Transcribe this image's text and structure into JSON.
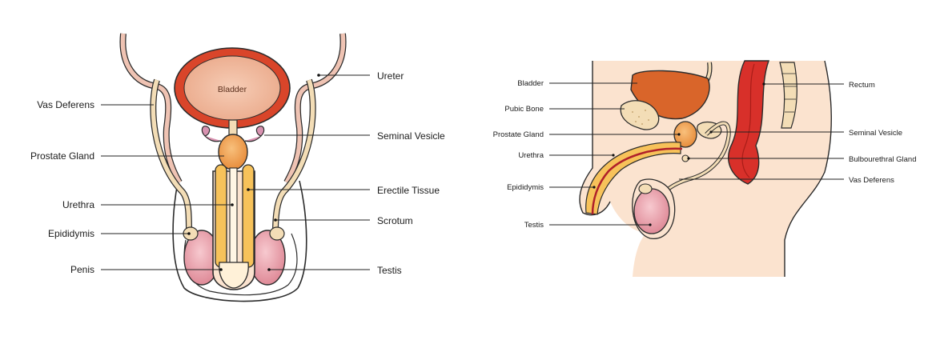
{
  "front_view": {
    "bladder_label": "Bladder",
    "labels": {
      "ureter": "Ureter",
      "vas_deferens": "Vas Deferens",
      "seminal_vesicle": "Seminal Vesicle",
      "prostate_gland": "Prostate Gland",
      "erectile_tissue": "Erectile Tissue",
      "urethra": "Urethra",
      "scrotum": "Scrotum",
      "epididymis": "Epididymis",
      "penis": "Penis",
      "testis": "Testis"
    }
  },
  "side_view": {
    "labels": {
      "bladder": "Bladder",
      "pubic_bone": "Pubic Bone",
      "prostate_gland": "Prostate Gland",
      "urethra": "Urethra",
      "epididymis": "Epididymis",
      "testis": "Testis",
      "rectum": "Rectum",
      "seminal_vesicle": "Seminal Vesicle",
      "bulbourethral_gland": "Bulbourethral Gland",
      "vas_deferens": "Vas Deferens"
    }
  },
  "colors": {
    "bladder_wall": "#d9452a",
    "bladder_fill": "#f2b9a0",
    "duct_pink": "#efc3b3",
    "duct_tan": "#f3ddb6",
    "prostate": "#f0a256",
    "erectile": "#f7c25a",
    "testis": "#e9a3ad",
    "skin": "#fbe3cf",
    "rectum": "#d8302a"
  }
}
